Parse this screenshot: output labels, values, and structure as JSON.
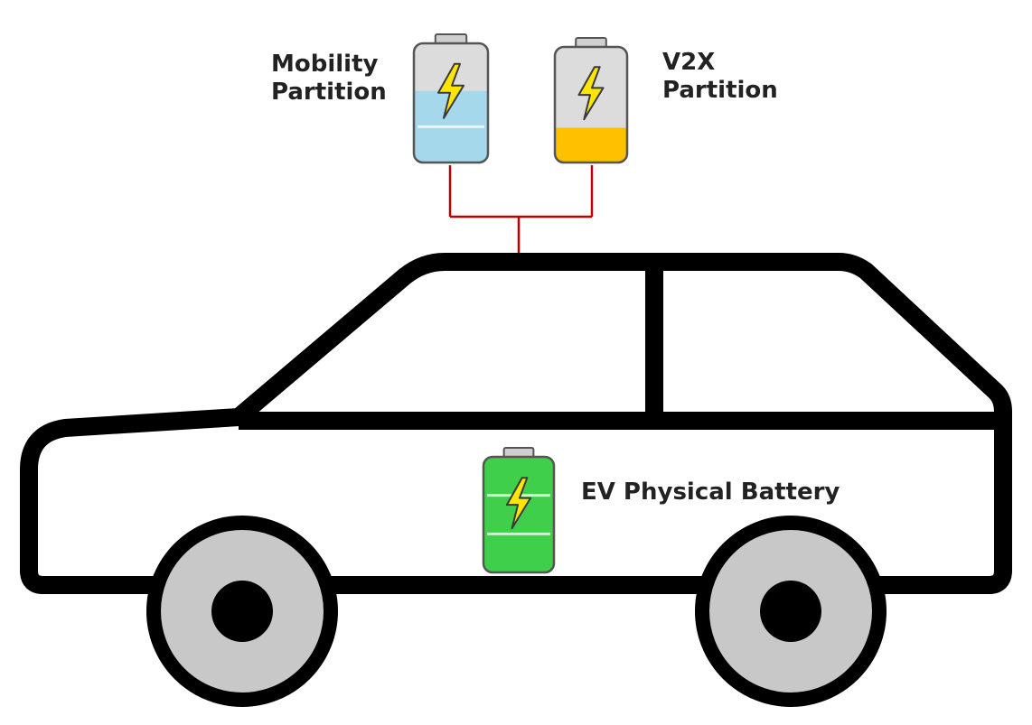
{
  "labels": {
    "mobility_line1": "Mobility",
    "mobility_line2": "Partition",
    "v2x_line1": "V2X",
    "v2x_line2": "Partition",
    "ev_battery": "EV Physical Battery"
  },
  "batteries": {
    "mobility": {
      "fill_level": 0.6,
      "fill_color": "#a6d8ec",
      "segments": 2
    },
    "v2x": {
      "fill_level": 0.3,
      "fill_color": "#ffc000",
      "segments": 1
    },
    "ev": {
      "fill_level": 1.0,
      "fill_color": "#3fcf4a",
      "segments": 3
    }
  },
  "colors": {
    "car_outline": "#000000",
    "wheel_fill": "#c8c8c8",
    "connector": "#c00000",
    "battery_shell": "#dcdcdc",
    "bolt": "#ffe600"
  },
  "icons": {
    "bolt": "lightning-bolt-icon"
  }
}
